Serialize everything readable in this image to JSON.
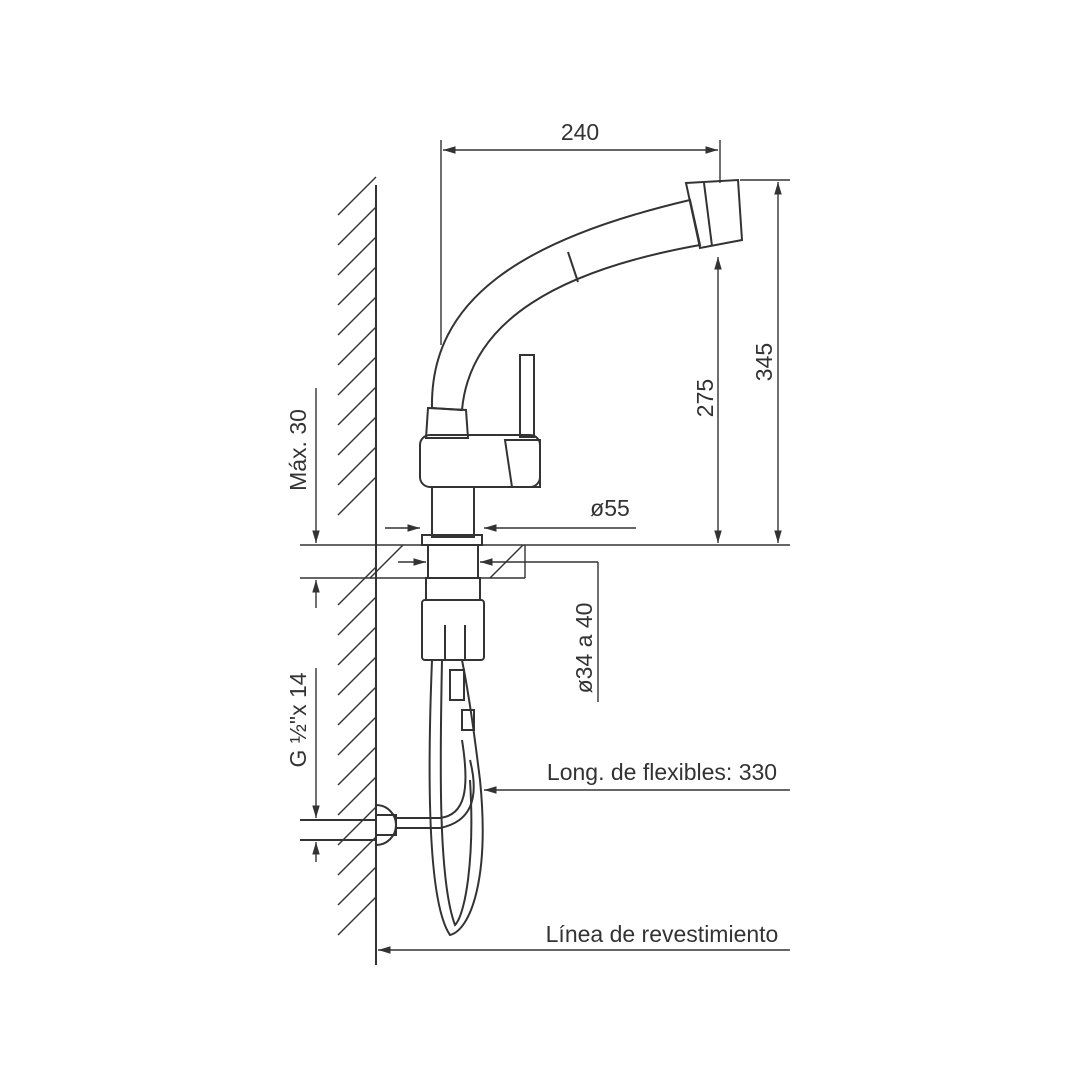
{
  "dimensions": {
    "width": "240",
    "height_total": "345",
    "height_spout": "275",
    "max_counter": "Máx. 30",
    "base_diameter": "ø55",
    "hole_diameter": "ø34 a 40",
    "thread": "G ½\"x 14",
    "hose_length": "Long. de flexibles: 330",
    "finish_line": "Línea de revestimiento"
  },
  "colors": {
    "line": "#333333",
    "background": "#ffffff"
  }
}
